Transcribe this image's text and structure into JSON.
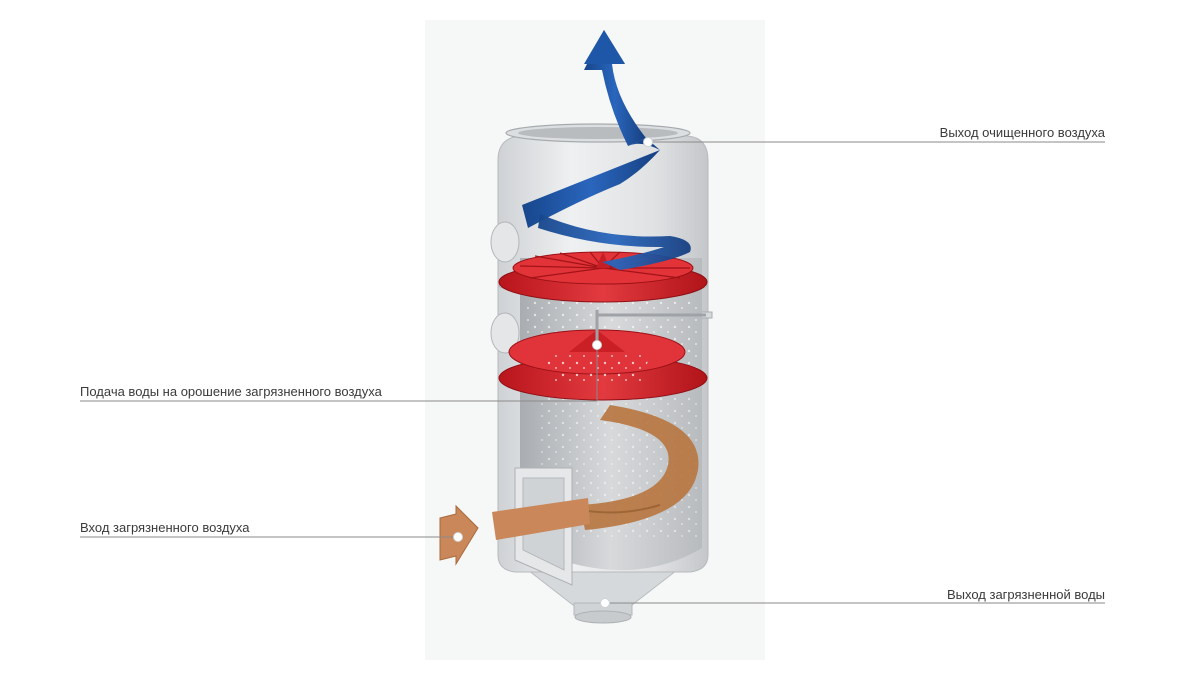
{
  "callouts": {
    "clean_air_outlet": "Выход очищенного воздуха",
    "water_supply": "Подача воды на орошение загрязненного воздуха",
    "dirty_air_inlet": "Вход загрязненного воздуха",
    "dirty_water_outlet": "Выход загрязненной воды"
  },
  "colors": {
    "clean_air_arrow": "#1f57a8",
    "dirty_air_arrow": "#c9875a",
    "swirler": "#d8262c",
    "shell": "#e3e5e7",
    "leader_line": "#8a8a8a"
  },
  "icons": {
    "marker": "dot-marker-icon"
  }
}
